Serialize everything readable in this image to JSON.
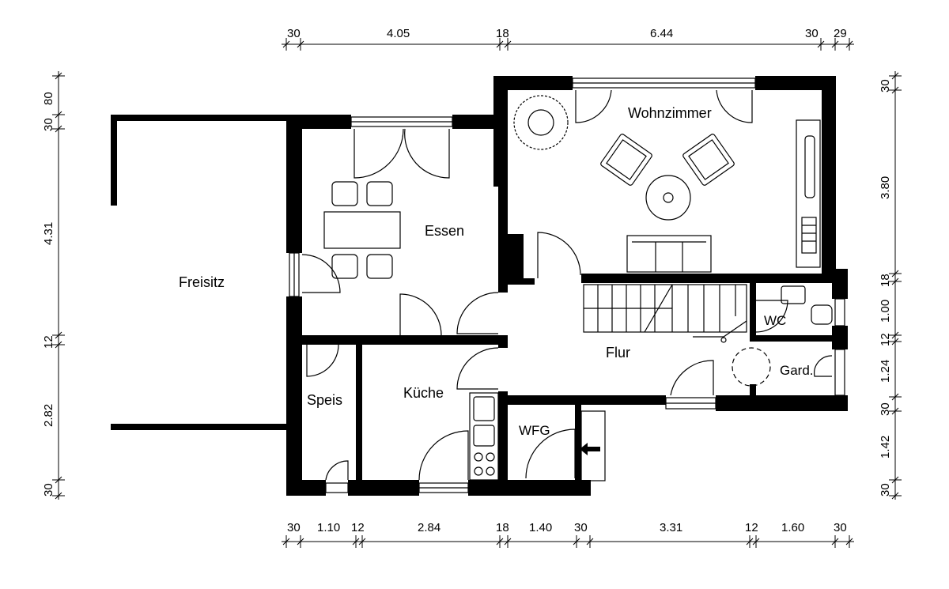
{
  "rooms": {
    "wohnzimmer": "Wohnzimmer",
    "essen": "Essen",
    "freisitz": "Freisitz",
    "flur": "Flur",
    "kueche": "Küche",
    "speis": "Speis",
    "wfg": "WFG",
    "wc": "WC",
    "gard": "Gard."
  },
  "dimensions": {
    "top": [
      "30",
      "4.05",
      "18",
      "6.44",
      "30",
      "29"
    ],
    "bottom": [
      "30",
      "1.10",
      "12",
      "2.84",
      "18",
      "1.40",
      "30",
      "3.31",
      "12",
      "1.60",
      "30"
    ],
    "left": [
      "30",
      "80",
      "4.31",
      "12",
      "2.82",
      "30"
    ],
    "right": [
      "30",
      "3.80",
      "18",
      "1.00",
      "12",
      "1.24",
      "30",
      "1.42",
      "30"
    ]
  }
}
